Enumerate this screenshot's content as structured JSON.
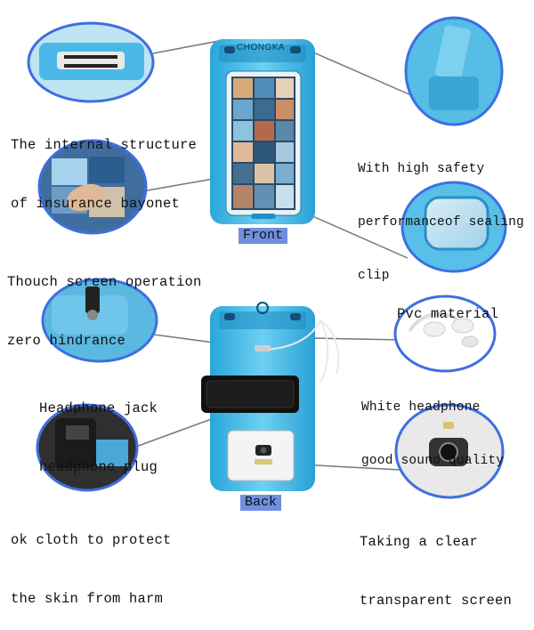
{
  "product": {
    "brand": "CHONGKA",
    "front_label": "Front",
    "back_label": "Back"
  },
  "callouts": {
    "bayonet": [
      "The internal structure",
      "of insurance bayonet"
    ],
    "touch": [
      "Thouch screen operation",
      "zero hindrance"
    ],
    "headphone_jack": [
      "Headphone jack",
      "headphone plug"
    ],
    "cloth": [
      "ok cloth to protect",
      "the skin from harm"
    ],
    "sealing_clip": [
      "With high safety",
      "performanceof sealing",
      "clip"
    ],
    "pvc": [
      "Pvc material"
    ],
    "headphone": [
      "White headphone",
      "good sound quality"
    ],
    "screen": [
      "Taking a clear",
      "transparent screen"
    ]
  },
  "colors": {
    "case_blue": "#3fb6e6",
    "case_dark": "#1f8ec4",
    "ring_blue": "#3d6fe0",
    "leader": "#777777"
  }
}
